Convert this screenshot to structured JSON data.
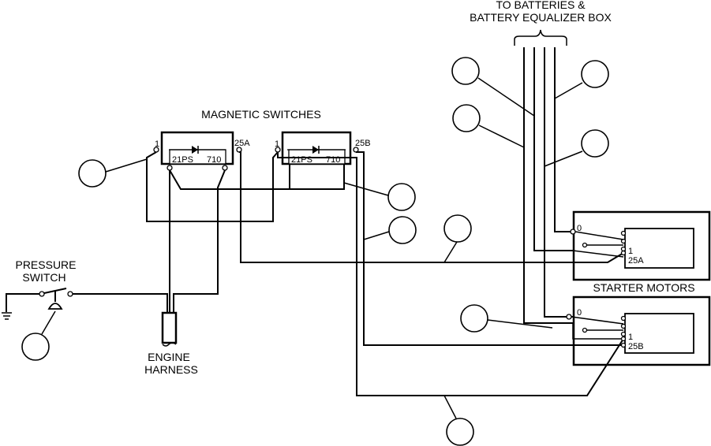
{
  "labels": {
    "to_batteries_line1": "TO BATTERIES &",
    "to_batteries_line2": "BATTERY EQUALIZER BOX",
    "magnetic_switches": "MAGNETIC SWITCHES",
    "pressure_switch_line1": "PRESSURE",
    "pressure_switch_line2": "SWITCH",
    "engine_harness_line1": "ENGINE",
    "engine_harness_line2": "HARNESS",
    "starter_motors": "STARTER MOTORS"
  },
  "switch_a": {
    "terminal_left": "1",
    "terminal_right": "25A",
    "inner_left": "21PS",
    "inner_right": "710"
  },
  "switch_b": {
    "terminal_left": "1",
    "terminal_right": "25B",
    "inner_left": "21PS",
    "inner_right": "710"
  },
  "starter_upper": {
    "terminal_0": "0",
    "terminal_1": "1",
    "terminal_25": "25A"
  },
  "starter_lower": {
    "terminal_0": "0",
    "terminal_1": "1",
    "terminal_25": "25B"
  }
}
